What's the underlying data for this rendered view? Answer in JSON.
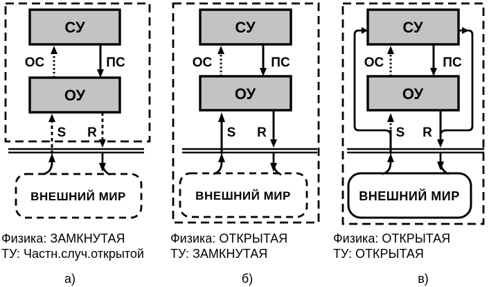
{
  "figure": {
    "description": "Three block diagrams of control system schemes",
    "colors": {
      "box_fill": "#c3c3c3",
      "line": "#000000",
      "background": "#ffffff"
    }
  },
  "diagrams": [
    {
      "letter": "а)",
      "control_box": "СУ",
      "object_box": "ОУ",
      "feedback_label": "ОС",
      "direct_link_label": "ПС",
      "s_label": "S",
      "r_label": "R",
      "world_label": "ВНЕШНИЙ МИР",
      "caption_line1": "Физика: ЗАМКНУТАЯ",
      "caption_line2": "ТУ: Частн.случ.открытой"
    },
    {
      "letter": "б)",
      "control_box": "СУ",
      "object_box": "ОУ",
      "feedback_label": "ОС",
      "direct_link_label": "ПС",
      "s_label": "S",
      "r_label": "R",
      "world_label": "ВНЕШНИЙ МИР",
      "caption_line1": "Физика: ОТКРЫТАЯ",
      "caption_line2": "ТУ: ЗАМКНУТАЯ"
    },
    {
      "letter": "в)",
      "control_box": "СУ",
      "object_box": "ОУ",
      "feedback_label": "ОС",
      "direct_link_label": "ПС",
      "s_label": "S",
      "r_label": "R",
      "world_label": "ВНЕШНИЙ МИР",
      "caption_line1": "Физика: ОТКРЫТАЯ",
      "caption_line2": "ТУ: ОТКРЫТАЯ"
    }
  ]
}
